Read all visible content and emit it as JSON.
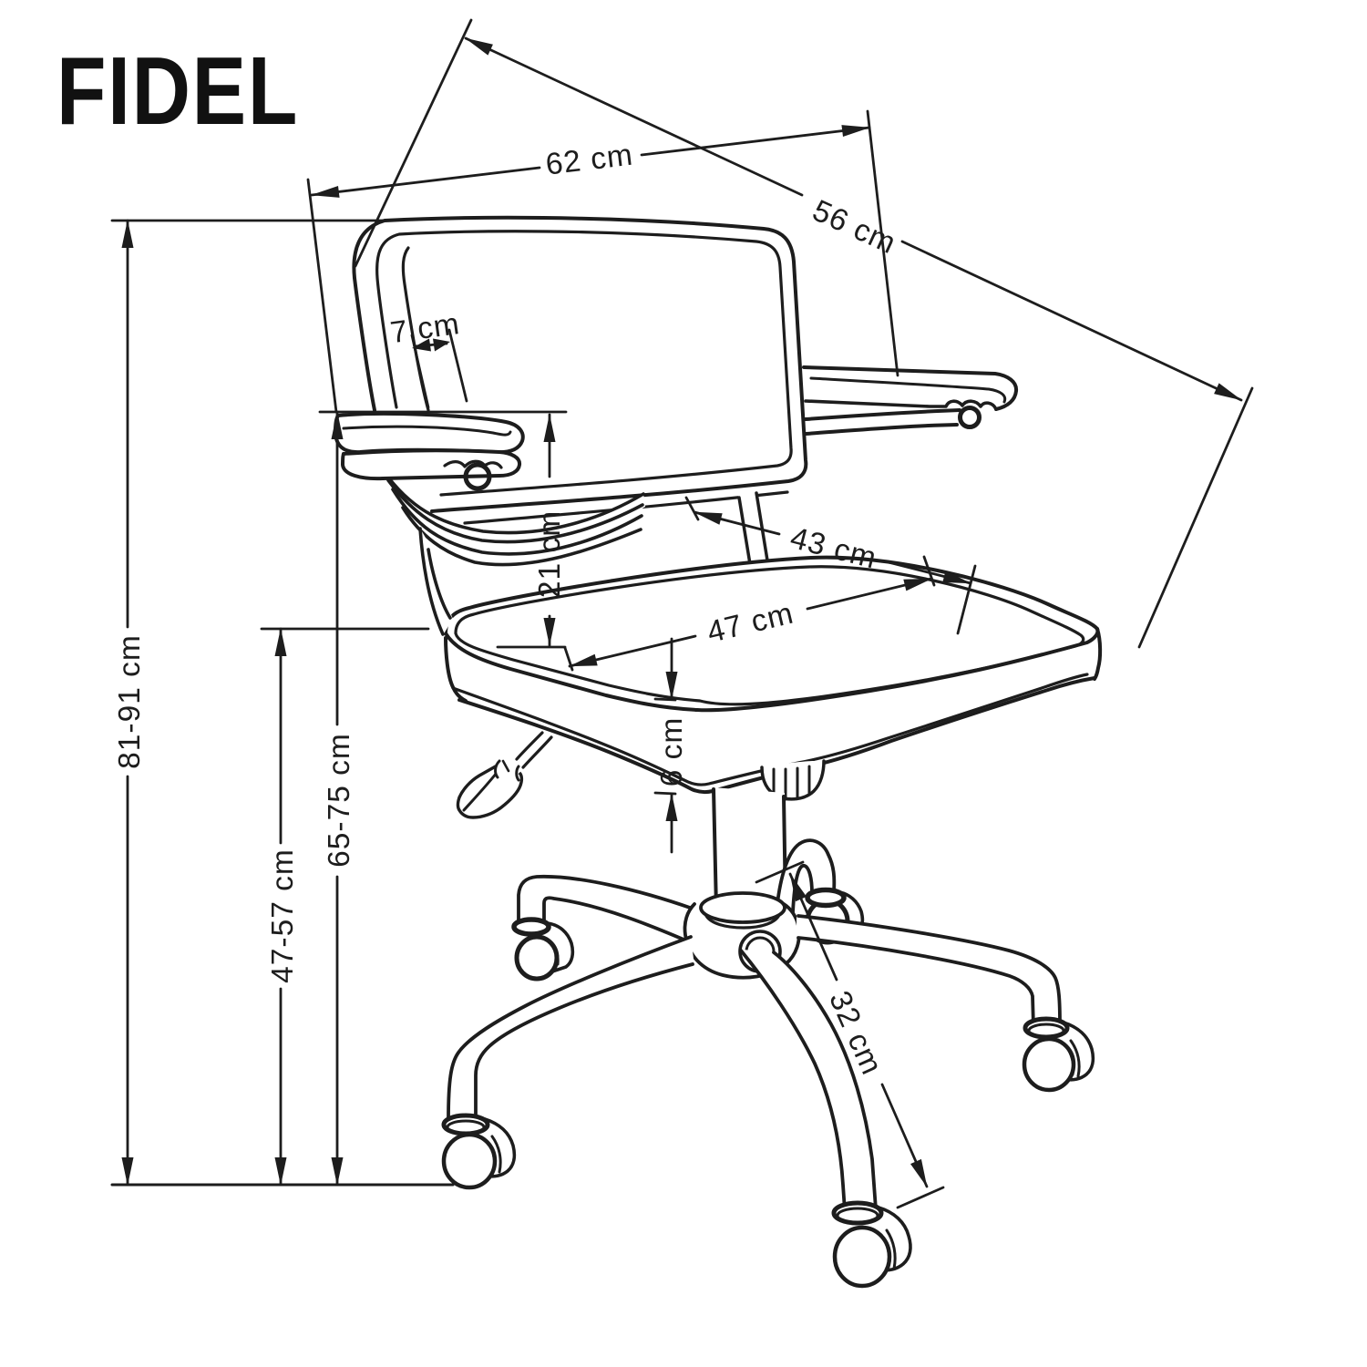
{
  "title": "FIDEL",
  "diagram_type": "office chair dimension line drawing",
  "ink_color": "#1d1d1d",
  "background_color": "#ffffff",
  "dimensions": {
    "backrest_width": "62 cm",
    "overall_depth": "56 cm",
    "backrest_armrest_gap": "7 cm",
    "armrest_above_seat": "21 cm",
    "seat_depth": "43 cm",
    "seat_width": "47 cm",
    "seat_cushion_thickness": "6 cm",
    "overall_height": "81-91 cm",
    "armrest_height": "65-75 cm",
    "seat_height": "47-57 cm",
    "base_leg_length": "32 cm"
  }
}
